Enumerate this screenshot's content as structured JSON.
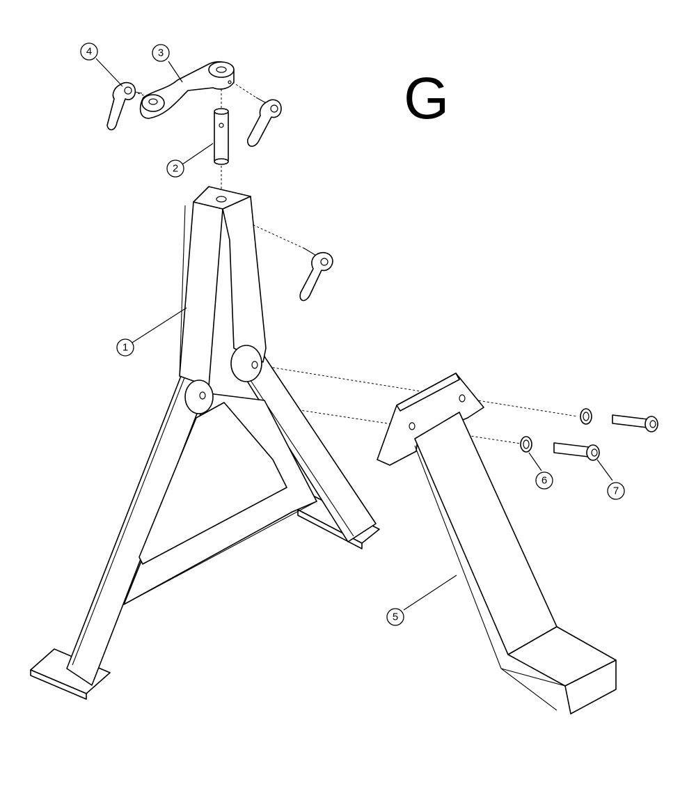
{
  "group_letter": "G",
  "callouts": [
    {
      "label": "1"
    },
    {
      "label": "2"
    },
    {
      "label": "3"
    },
    {
      "label": "4"
    },
    {
      "label": "5"
    },
    {
      "label": "6"
    },
    {
      "label": "7"
    }
  ]
}
